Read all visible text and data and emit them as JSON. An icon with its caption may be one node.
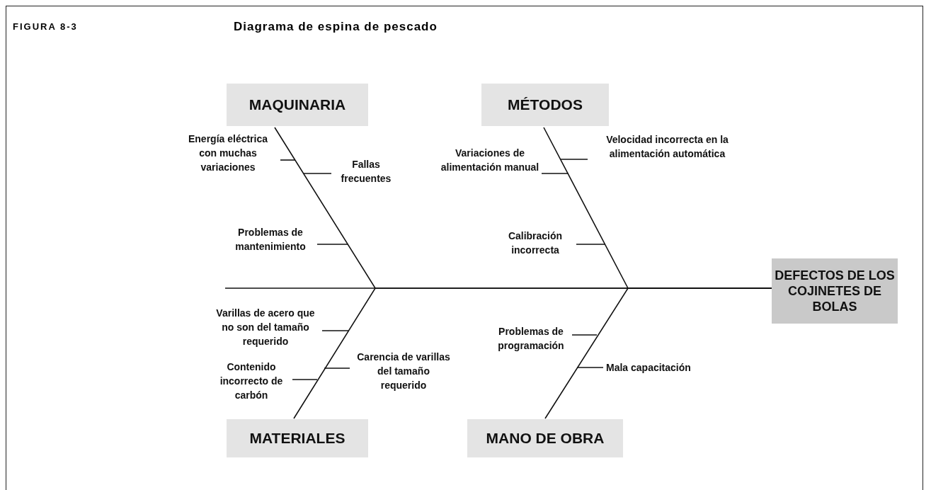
{
  "diagram": {
    "title": "Diagrama de espina de pescado",
    "nodes": [
      {
        "text": [
          "MAQUINARIA"
        ]
      },
      {
        "text": [
          "MÉTODOS"
        ]
      },
      {
        "text": [
          "Energía eléctrica con muchas variaciones"
        ]
      },
      {
        "text": [
          "Velocidad incorrecta en la alimentación automática"
        ]
      },
      {
        "text": [
          "Fallas frecuentes"
        ]
      },
      {
        "text": [
          "Variaciones de alimentación manual"
        ]
      },
      {
        "text": [
          "Problemas de mantenimiento"
        ]
      },
      {
        "text": [
          "Calibración incorrecta"
        ]
      },
      {
        "text": [
          "DEFECTOS DE LOS COJINETES DE BOLAS"
        ]
      },
      {
        "text": [
          "Varillas de acero que no son del tamaño requerido"
        ]
      },
      {
        "text": [
          "Problemas de programación"
        ]
      },
      {
        "text": [
          "Carencia de varillas del tamaño requerido"
        ]
      },
      {
        "text": [
          "Contenido incorrecto de carbón"
        ]
      },
      {
        "text": [
          "Mala capacitación"
        ]
      },
      {
        "text": [
          "MATERIALES"
        ]
      },
      {
        "text": [
          "MANO DE OBRA"
        ]
      }
    ],
    "edges": [
      {
        "from": 0,
        "to": 8,
        "arrow": "none"
      },
      {
        "from": 1,
        "to": 8,
        "arrow": "none"
      },
      {
        "from": 14,
        "to": 8,
        "arrow": "none"
      },
      {
        "from": 15,
        "to": 8,
        "arrow": "none"
      },
      {
        "from": 2,
        "to": null,
        "arrow": "none"
      },
      {
        "from": 3,
        "to": null,
        "arrow": "none"
      },
      {
        "from": 4,
        "to": null,
        "arrow": "none"
      },
      {
        "from": 5,
        "to": null,
        "arrow": "none"
      },
      {
        "from": 6,
        "to": null,
        "arrow": "none"
      },
      {
        "from": 7,
        "to": null,
        "arrow": "none"
      },
      {
        "from": 9,
        "to": null,
        "arrow": "none"
      },
      {
        "from": 10,
        "to": null,
        "arrow": "none"
      },
      {
        "from": 11,
        "to": null,
        "arrow": "none"
      },
      {
        "from": 12,
        "to": null,
        "arrow": "none"
      },
      {
        "from": 13,
        "to": null,
        "arrow": "none"
      }
    ],
    "labels": [
      "FIGURA 8-3"
    ]
  }
}
